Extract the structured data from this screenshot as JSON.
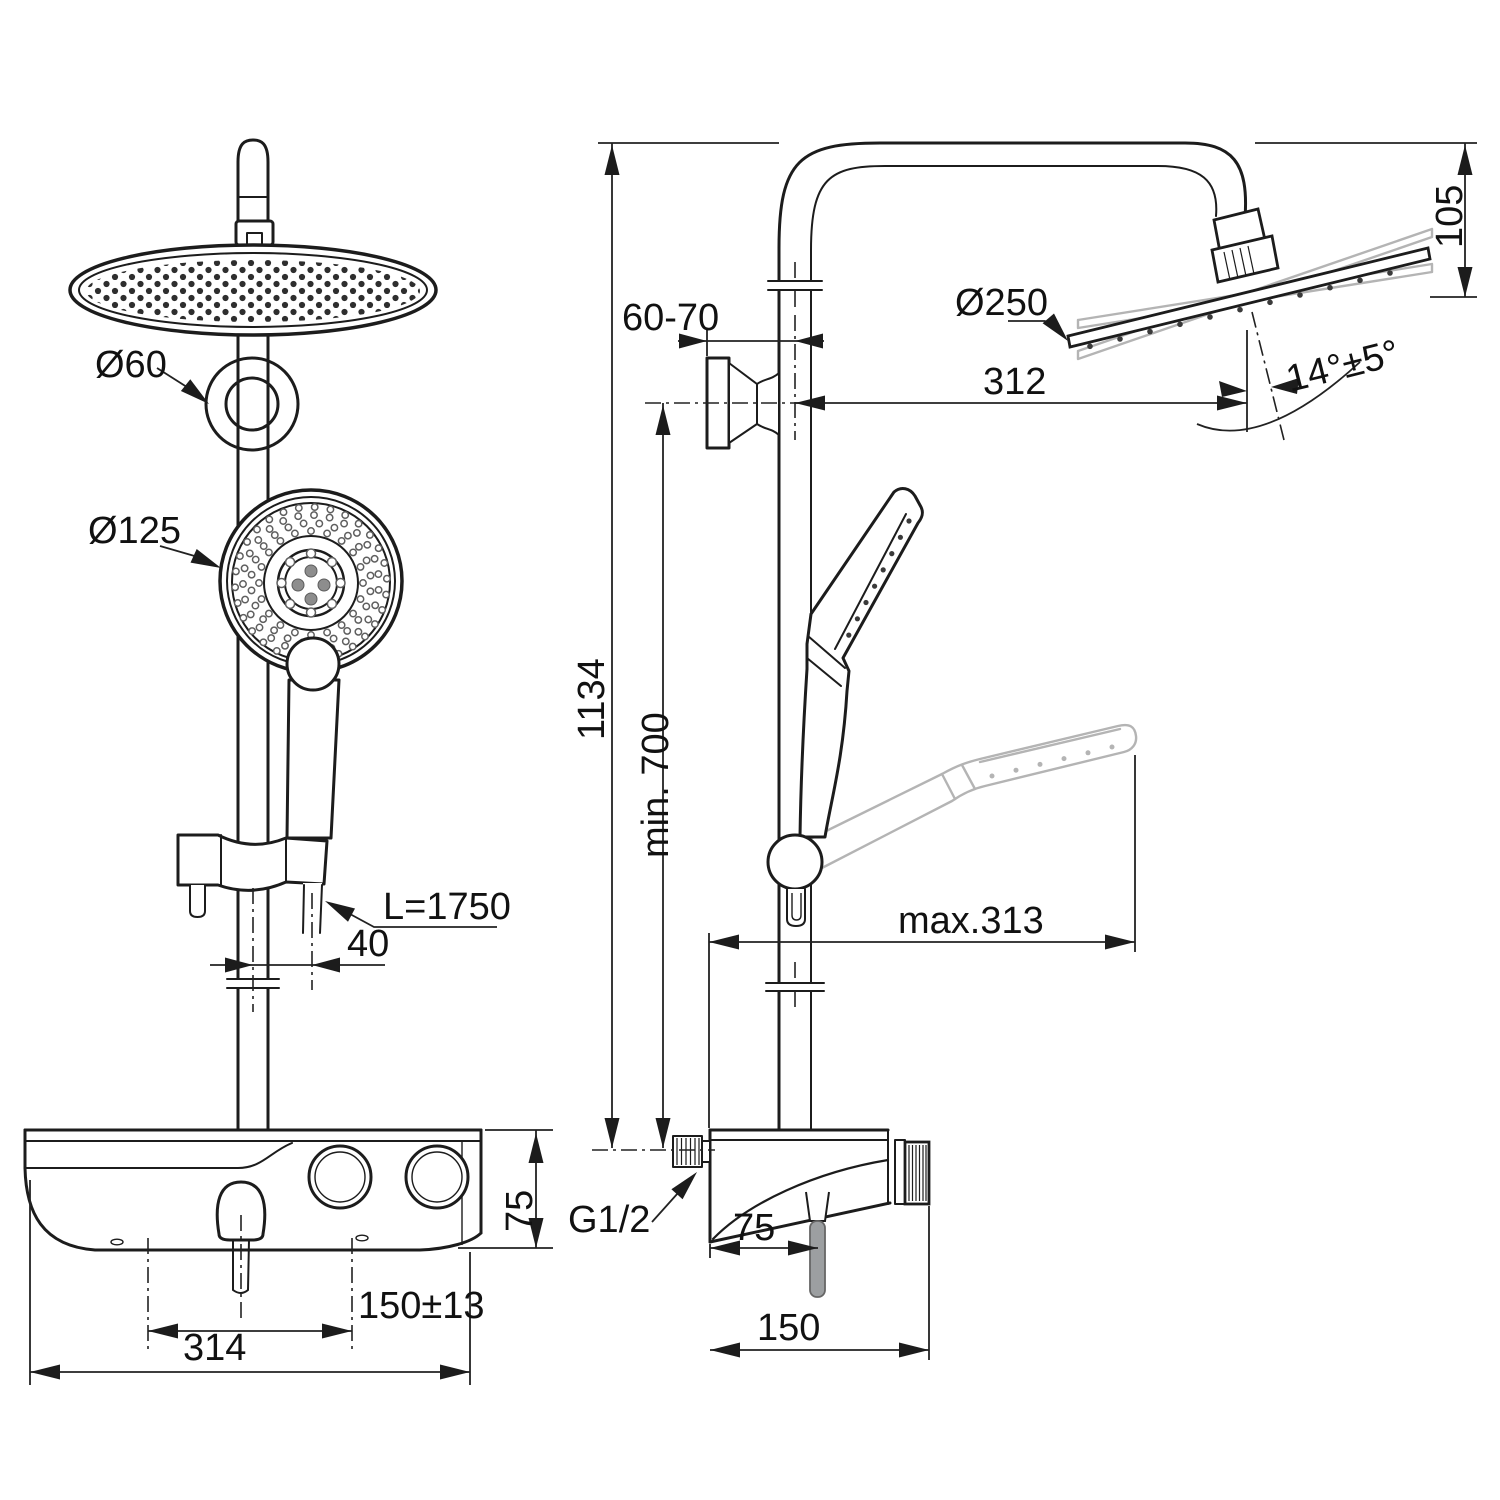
{
  "drawing": {
    "front_view": {
      "bracket_diameter": "Ø60",
      "handset_diameter": "Ø125",
      "hose_length": "L=1750",
      "hose_offset": "40",
      "body_height": "75",
      "inlet_spacing": "150±13",
      "body_width": "314"
    },
    "side_view": {
      "total_height": "1134",
      "min_mounting_height": "min. 700",
      "wall_clearance": "60-70",
      "rain_head_diameter": "Ø250",
      "arm_projection": "312",
      "head_height": "105",
      "head_angle": "14°±5°",
      "handset_projection": "max.313",
      "thread_size": "G1/2",
      "outlet_offset": "75",
      "body_depth": "150"
    }
  }
}
